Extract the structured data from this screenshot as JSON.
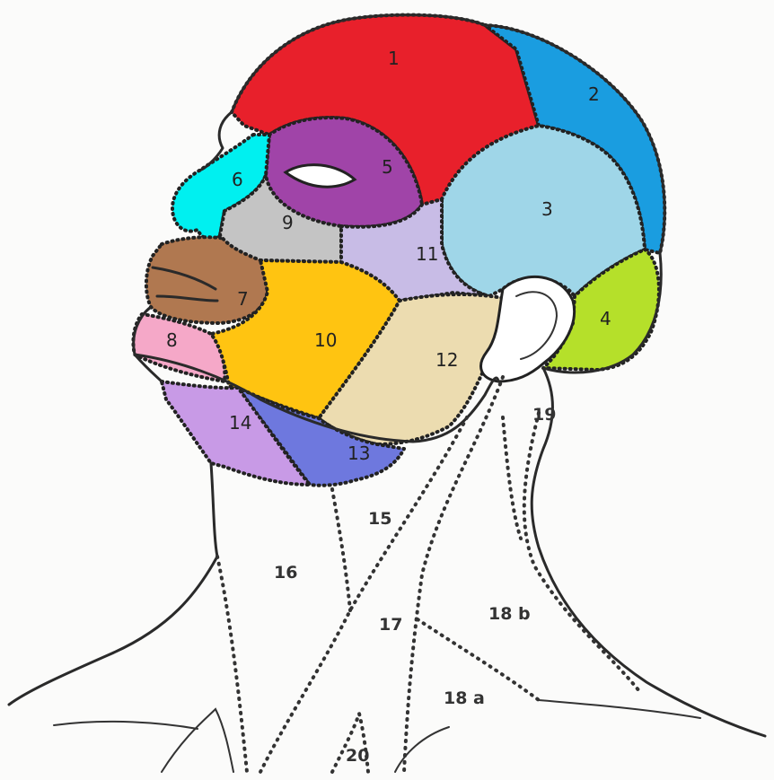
{
  "diagram": {
    "labels": {
      "r1": "1",
      "r2": "2",
      "r3": "3",
      "r4": "4",
      "r5": "5",
      "r6": "6",
      "r7": "7",
      "r8": "8",
      "r9": "9",
      "r10": "10",
      "r11": "11",
      "r12": "12",
      "r13": "13",
      "r14": "14",
      "r15": "15",
      "r16": "16",
      "r17": "17",
      "r18a": "18 a",
      "r18b": "18 b",
      "r19": "19",
      "r20": "20"
    },
    "colors": {
      "r1": "#e8202b",
      "r2": "#1a9de0",
      "r3": "#9fd6e8",
      "r4": "#b5e02a",
      "r5": "#a044a8",
      "r6": "#00f0f0",
      "r7": "#b07850",
      "r8": "#f5a8c8",
      "r9": "#c4c4c4",
      "r10": "#ffc411",
      "r11": "#c8bce6",
      "r12": "#ecdcb0",
      "r13": "#6e78de",
      "r14": "#c89ae6"
    }
  }
}
